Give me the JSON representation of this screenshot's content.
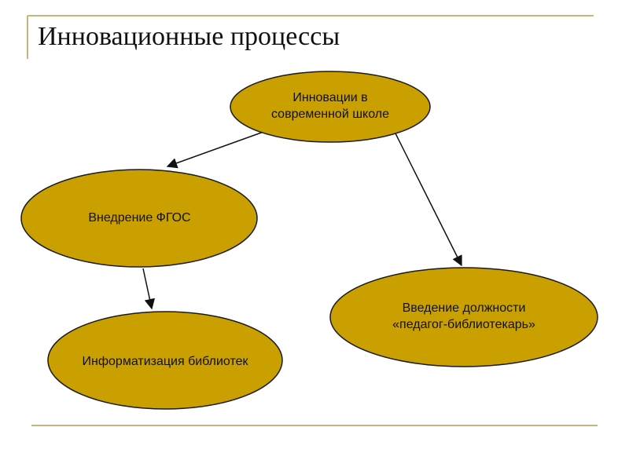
{
  "slide": {
    "title": "Инновационные процессы"
  },
  "colors": {
    "node_fill": "#c9a000",
    "node_stroke": "#1a1a1a",
    "accent_line": "#c7b77a",
    "arrow": "#111111"
  },
  "nodes": [
    {
      "id": "n1",
      "label": "Инновации в\nсовременной школе"
    },
    {
      "id": "n2",
      "label": "Внедрение ФГОС"
    },
    {
      "id": "n3",
      "label": "Введение должности\n«педагог-библиотекарь»"
    },
    {
      "id": "n4",
      "label": "Информатизация библиотек"
    }
  ],
  "edges": [
    {
      "from": "n1",
      "to": "n2"
    },
    {
      "from": "n1",
      "to": "n3"
    },
    {
      "from": "n2",
      "to": "n4"
    }
  ]
}
